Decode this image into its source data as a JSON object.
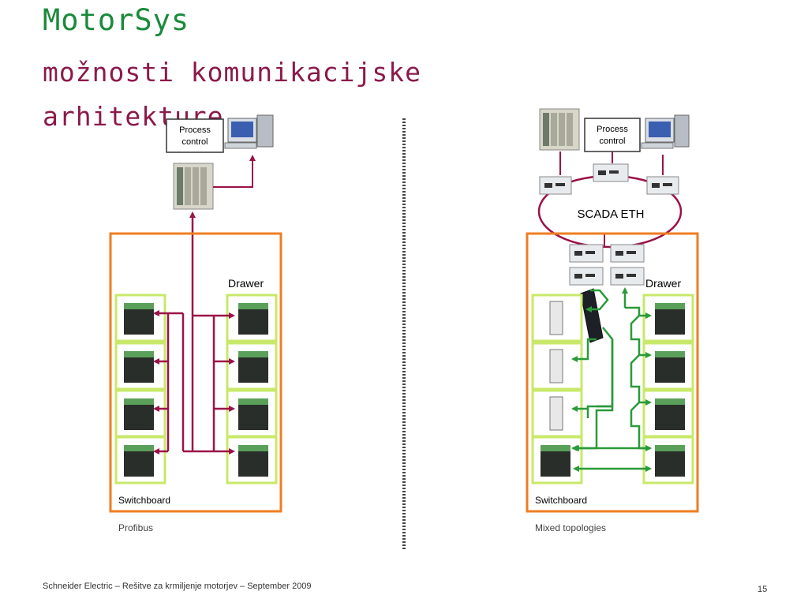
{
  "title": "MotorSys",
  "subtitle": "možnosti komunikacijske arhitekture",
  "left": {
    "process_control": [
      "Process",
      "control"
    ],
    "drawer_label": "Drawer",
    "switchboard_label": "Switchboard",
    "caption": "Profibus"
  },
  "right": {
    "process_control": [
      "Process",
      "control"
    ],
    "scada_label": "SCADA ETH",
    "drawer_label": "Drawer",
    "switchboard_label": "Switchboard",
    "caption": "Mixed topologies"
  },
  "colors": {
    "title": "#1a8a3a",
    "subtitle": "#8b1a4b",
    "profibus_line": "#9b1248",
    "ethernet_line": "#2a9a3a",
    "drawer_frame": "#c8e86a",
    "switchboard_frame": "#ef7d22"
  },
  "icons": [
    "plc-rack-icon",
    "computer-icon",
    "motor-starter-icon",
    "drive-icon",
    "ethernet-switch-icon",
    "gateway-icon"
  ],
  "footer": {
    "text": "Schneider Electric – Rešitve za krmiljenje motorjev – September 2009",
    "page": "15"
  }
}
